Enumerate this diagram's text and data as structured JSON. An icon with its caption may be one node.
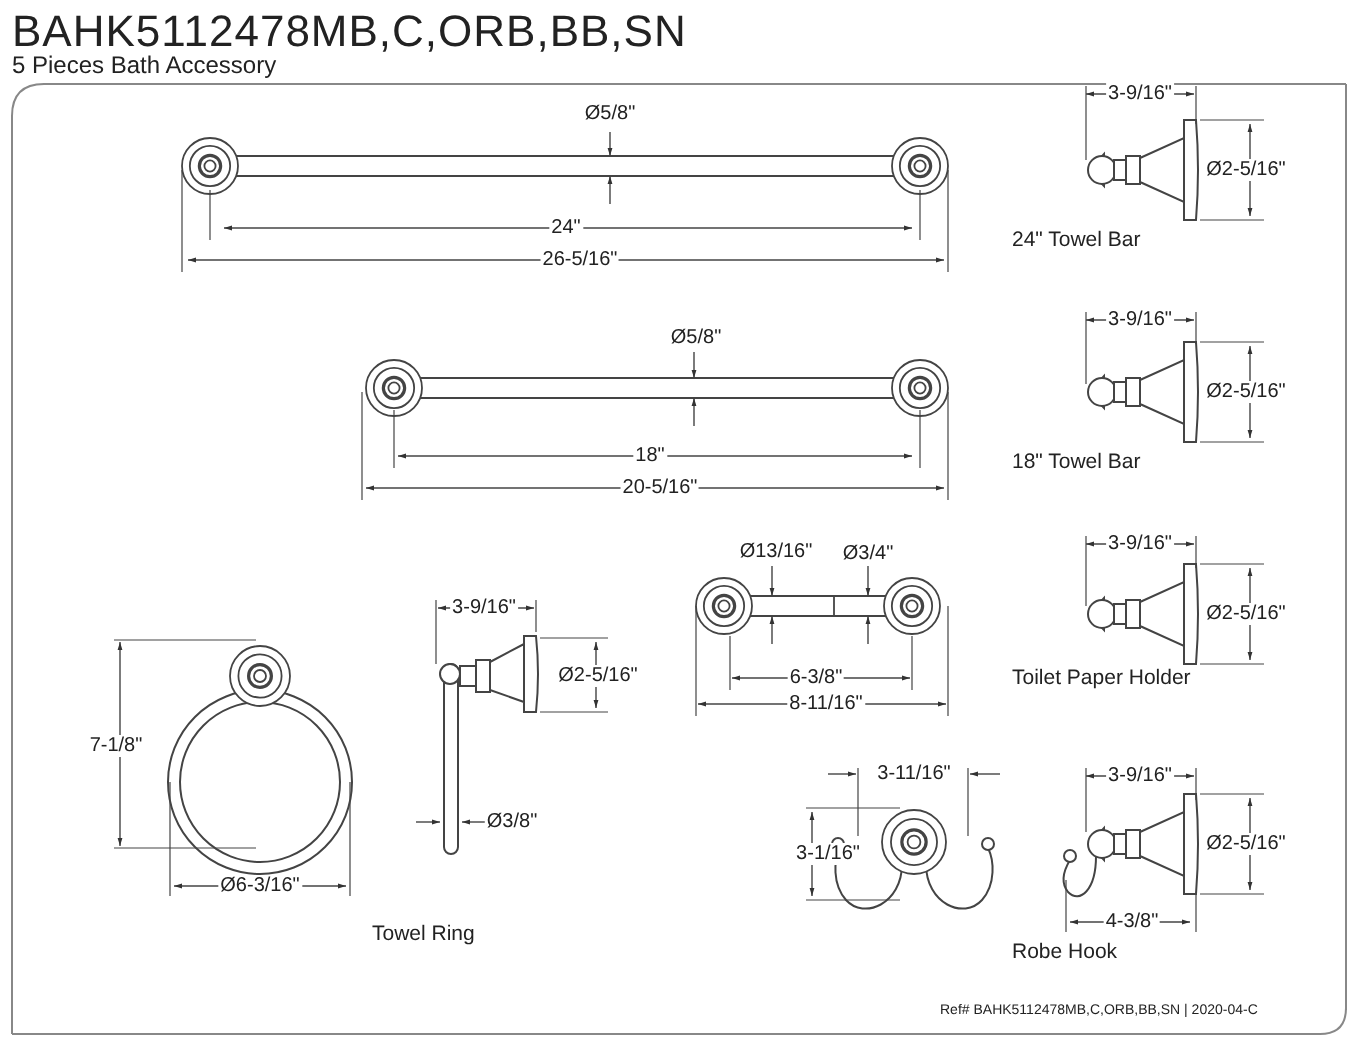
{
  "diagram": {
    "title": "BAHK5112478MB,C,ORB,BB,SN",
    "labels": [
      "5 Pieces Bath Accessory",
      "Ø5/8\"",
      "3-9/16\"",
      "Ø2-5/16\"",
      "24\"",
      "26-5/16\"",
      "24\" Towel Bar",
      "Ø5/8\"",
      "3-9/16\"",
      "Ø2-5/16\"",
      "18\"",
      "20-5/16\"",
      "18\" Towel Bar",
      "Ø13/16\"",
      "Ø3/4\"",
      "3-9/16\"",
      "3-9/16\"",
      "Ø2-5/16\"",
      "Ø2-5/16\"",
      "7-1/8\"",
      "6-3/8\"",
      "8-11/16\"",
      "Toilet Paper Holder",
      "3-11/16\"",
      "3-9/16\"",
      "3-1/16\"",
      "Ø2-5/16\"",
      "Ø3/8\"",
      "Ø6-3/16\"",
      "4-3/8\"",
      "Towel Ring",
      "Robe Hook",
      "Ref# BAHK5112478MB,C,ORB,BB,SN | 2020-04-C"
    ]
  }
}
